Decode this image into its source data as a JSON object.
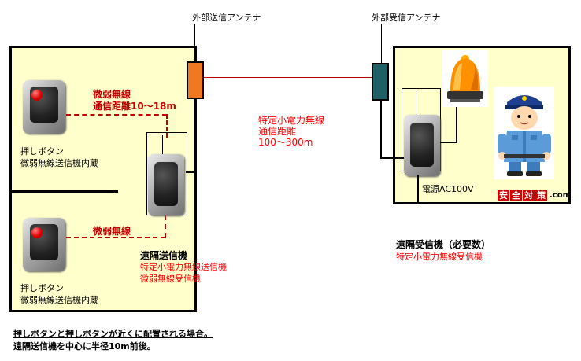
{
  "labels": {
    "ext_tx_antenna": "外部送信アンテナ",
    "ext_rx_antenna": "外部受信アンテナ",
    "weak_radio_range_line1": "微弱無線",
    "weak_radio_range_line2": "通信距離10～18m",
    "specified_low_power": "特定小電力無線",
    "comm_distance": "通信距離",
    "comm_range": "100～300m",
    "push_button_1_line1": "押しボタン",
    "push_button_1_line2": "微弱無線送信機内蔵",
    "push_button_2_line1": "押しボタン",
    "push_button_2_line2": "微弱無線送信機内蔵",
    "weak_radio_2": "微弱無線",
    "remote_tx_title": "遠隔送信機",
    "remote_tx_line1": "特定小電力無線送信機",
    "remote_tx_line2": "微弱無線受信機",
    "power_ac": "電源AC100V",
    "remote_rx_title": "遠隔受信機（必要数）",
    "remote_rx_line1": "特定小電力無線受信機",
    "note_line1": "押しボタンと押しボタンが近くに配置される場合。",
    "note_line2": "遠隔送信機を中心に半径10m前後。",
    "logo_chars": [
      "安",
      "全",
      "対",
      "策"
    ],
    "logo_suffix": ".com"
  },
  "colors": {
    "room_fill": "#ffffcc",
    "tx_antenna": "#f07820",
    "rx_antenna": "#1f5f66",
    "weak_radio_red": "#c00000",
    "specified_red": "#ff0000"
  },
  "icons": {
    "push_button": "push-button-icon",
    "transmitter": "transmitter-icon",
    "receiver": "receiver-icon",
    "lamp": "warning-lamp-icon",
    "guard": "security-guard-icon"
  }
}
